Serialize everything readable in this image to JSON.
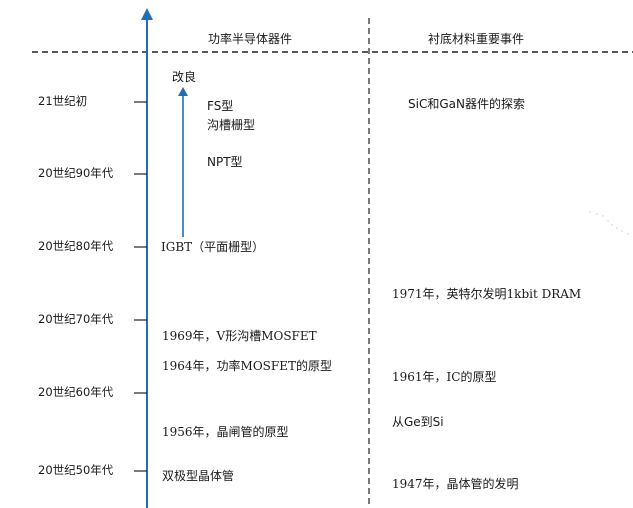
{
  "headers": {
    "power_semiconductor": "功率半导体器件",
    "substrate_events": "衬底材料重要事件"
  },
  "eras": [
    "21世纪初",
    "20世纪90年代",
    "20世纪80年代",
    "20世纪70年代",
    "20世纪60年代",
    "20世纪50年代"
  ],
  "device_events": {
    "improve": "改良",
    "fs": "FS型",
    "trench": "沟槽栅型",
    "npt": "NPT型",
    "igbt": "IGBT（平面栅型）",
    "v_mosfet": "1969年，V形沟槽MOSFET",
    "power_mosfet": "1964年，功率MOSFET的原型",
    "thyristor": "1956年，晶闸管的原型",
    "bjt": "双极型晶体管"
  },
  "substrate_events": {
    "sic_gan": "SiC和GaN器件的探索",
    "dram": "1971年，英特尔发明1kbit DRAM",
    "ic": "1961年，IC的原型",
    "ge_si": "从Ge到Si",
    "transistor": "1947年，晶体管的发明"
  },
  "colors": {
    "axis": "#1f6fb5",
    "text": "#1a1a1a"
  }
}
